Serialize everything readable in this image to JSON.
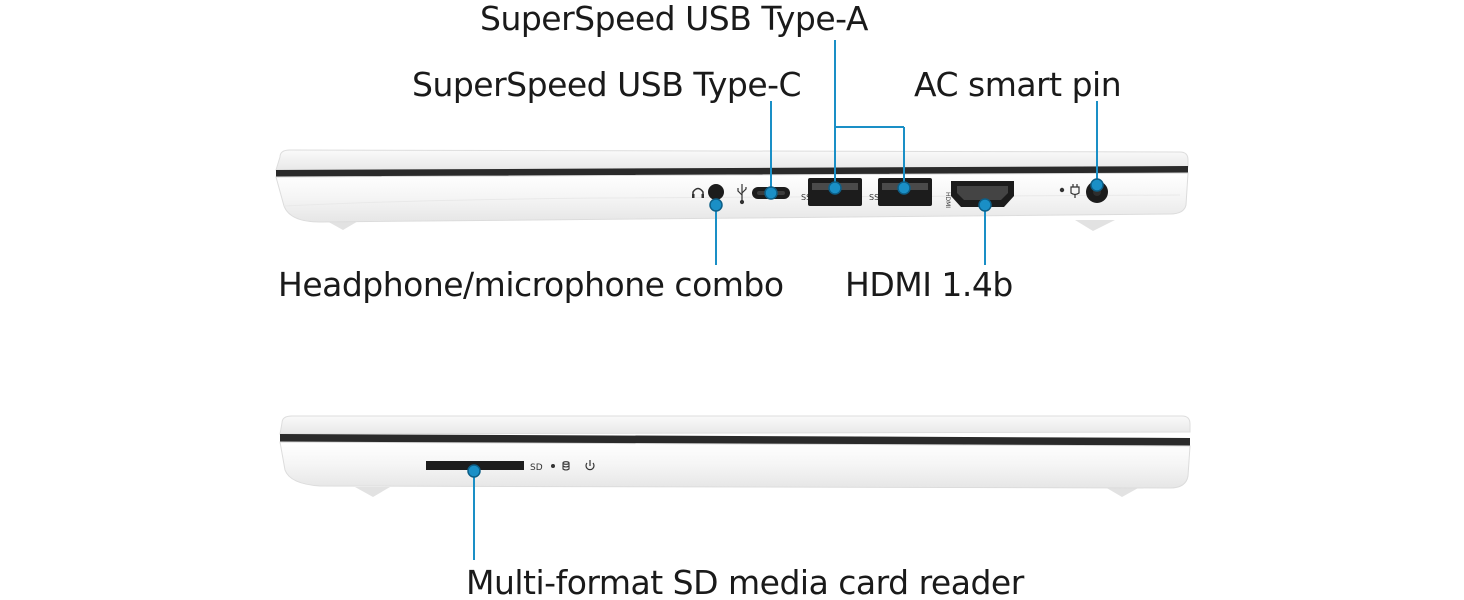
{
  "labels": {
    "usb_a": "SuperSpeed USB Type-A",
    "usb_c": "SuperSpeed USB Type-C",
    "ac_pin": "AC smart pin",
    "headphone": "Headphone/microphone combo",
    "hdmi": "HDMI 1.4b",
    "sd_reader": "Multi-format SD media card reader"
  },
  "port_marks": {
    "sd": "SD",
    "hdmi": "HDMI",
    "ss": "SS"
  },
  "colors": {
    "callout": "#1a8fc6",
    "laptop_body": "#f4f4f4",
    "laptop_edge": "#d9d9d9",
    "port": "#1c1c1c",
    "text": "#1a1a1a"
  },
  "icons": [
    "headphone-icon",
    "usb-icon",
    "usb-ss-icon",
    "power-plug-icon",
    "storage-activity-icon",
    "power-icon"
  ]
}
